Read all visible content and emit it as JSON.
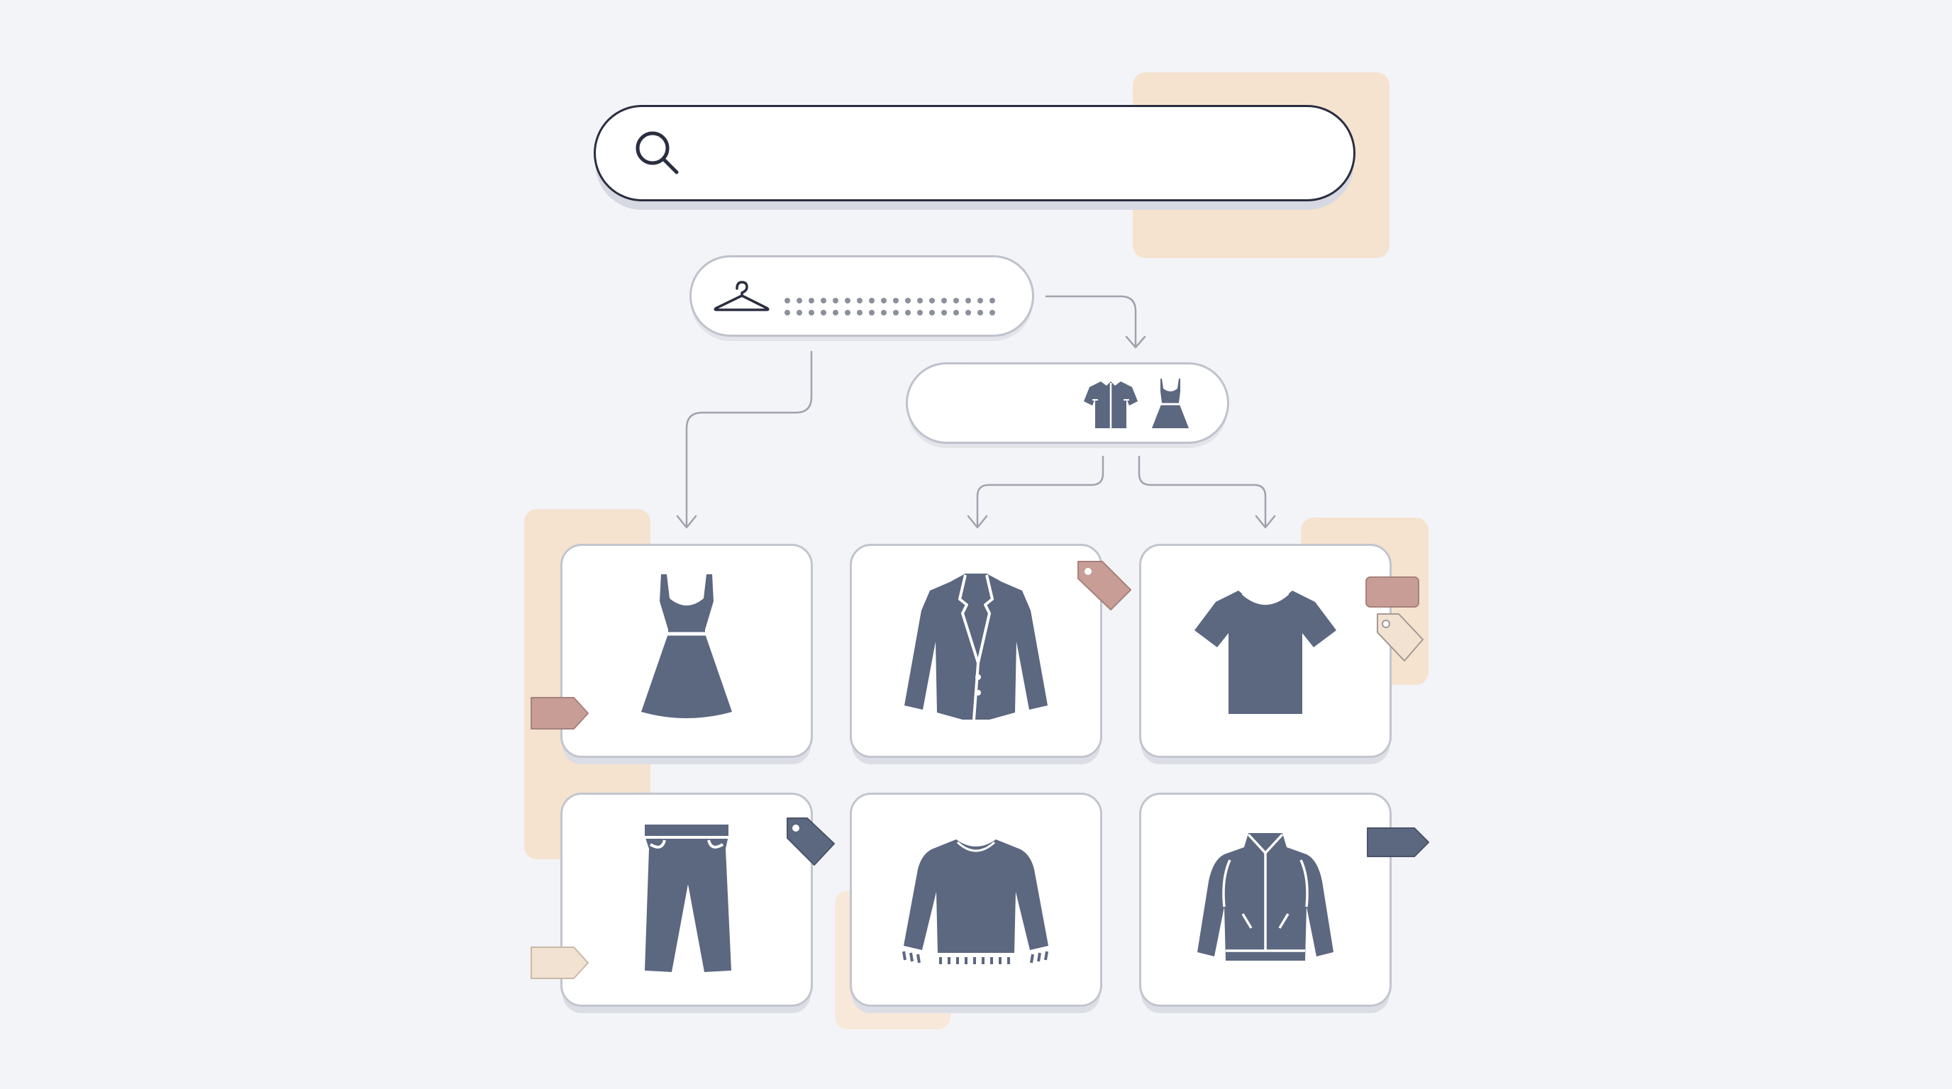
{
  "colors": {
    "background": "#f3f4f8",
    "outline": "#2a2e40",
    "garment": "#5c6780",
    "accent_peach": "#f5e3d0",
    "accent_rose": "#c89d96",
    "connector": "#9fa3ad"
  },
  "search": {
    "placeholder": "",
    "value": "",
    "icon": "search-icon"
  },
  "category_filter": {
    "icon": "hanger-icon",
    "value": ""
  },
  "refine_filter": {
    "icons": [
      "shirt-icon",
      "dress-icon"
    ]
  },
  "results": [
    {
      "icon": "dress-icon",
      "tag": "rose"
    },
    {
      "icon": "blazer-icon",
      "tag": "rose"
    },
    {
      "icon": "tshirt-icon",
      "tag": "rose"
    },
    {
      "icon": "pants-icon",
      "tag": "slate"
    },
    {
      "icon": "sweater-icon",
      "tag": "none"
    },
    {
      "icon": "bomber-jacket-icon",
      "tag": "slate"
    }
  ]
}
